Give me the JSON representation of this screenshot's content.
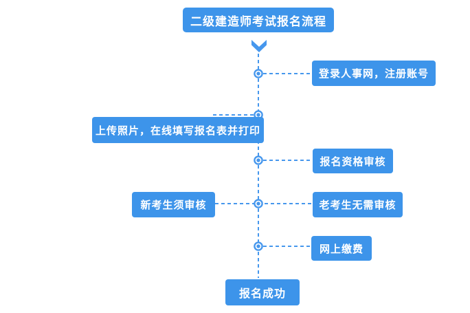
{
  "colors": {
    "box_blue": "#3d94ea",
    "line_blue": "#4697ed",
    "text": "#ffffff",
    "background": "#ffffff"
  },
  "flow": {
    "title": "二级建造师考试报名流程",
    "steps": {
      "login": "登录人事网，注册账号",
      "upload": "上传照片，在线填写报名表并打印",
      "qualification": "报名资格审核",
      "new_examinee": "新考生须审核",
      "old_examinee": "老考生无需审核",
      "payment": "网上缴费"
    },
    "end": "报名成功"
  },
  "icons": {
    "arrow_down": "chevron-down",
    "step_node": "ring-with-dot"
  }
}
